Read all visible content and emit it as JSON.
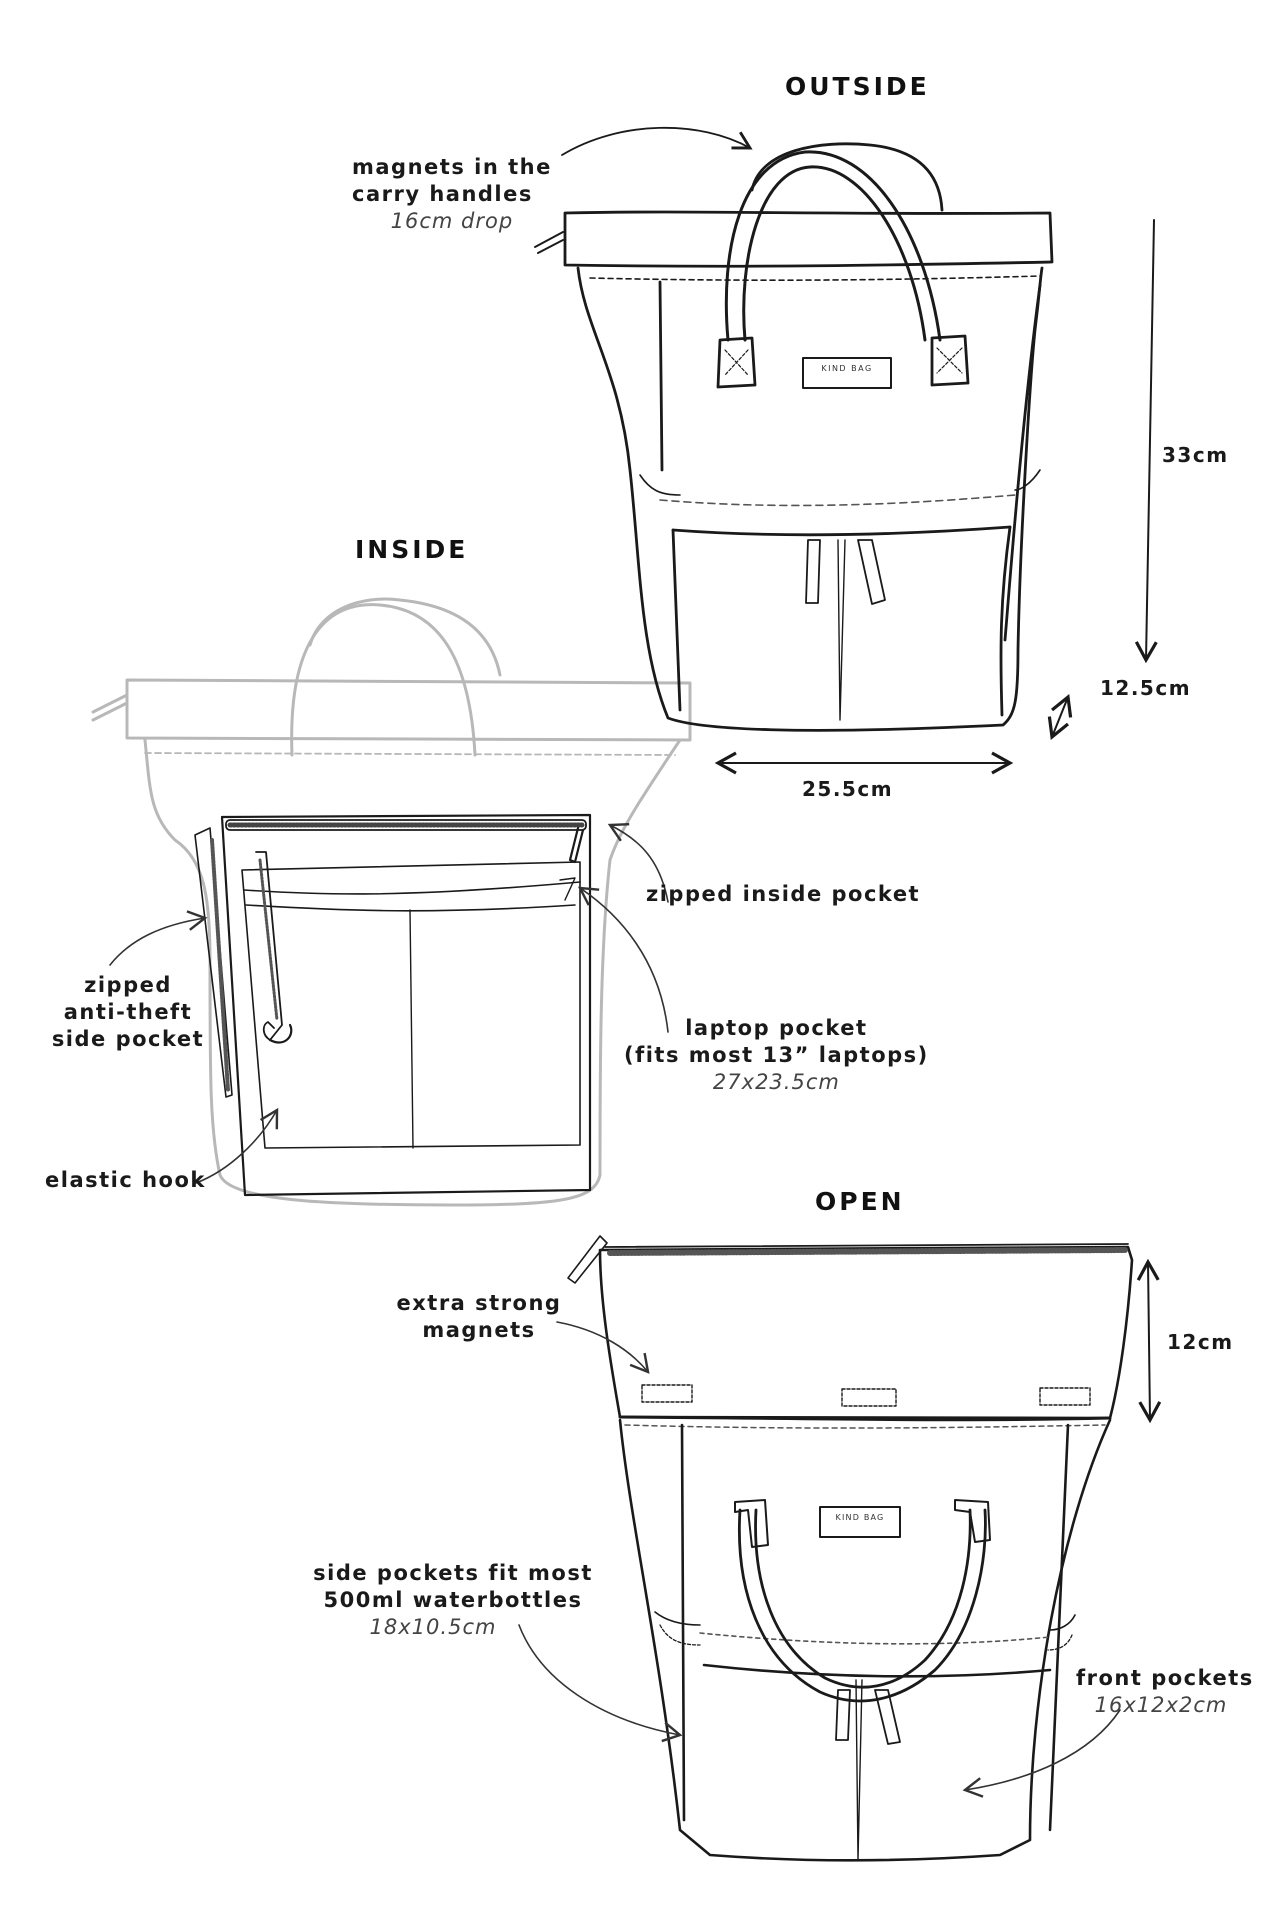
{
  "sections": {
    "outside": {
      "title": "OUTSIDE",
      "handles_label": {
        "line1": "magnets in the",
        "line2": "carry handles",
        "detail": "16cm drop"
      },
      "brand_patch": "KIND BAG",
      "dimensions": {
        "height": "33cm",
        "depth": "12.5cm",
        "width": "25.5cm"
      }
    },
    "inside": {
      "title": "INSIDE",
      "labels": {
        "zipped_inside_pocket": "zipped inside pocket",
        "laptop_pocket": {
          "line1": "laptop pocket",
          "line2": "(fits most 13” laptops)",
          "detail": "27x23.5cm"
        },
        "anti_theft": {
          "line1": "zipped",
          "line2": "anti-theft",
          "line3": "side pocket"
        },
        "elastic_hook": "elastic hook"
      }
    },
    "open": {
      "title": "OPEN",
      "brand_patch": "KIND BAG",
      "labels": {
        "magnets": {
          "line1": "extra strong",
          "line2": "magnets"
        },
        "side_pockets": {
          "line1": "side pockets fit most",
          "line2": "500ml waterbottles",
          "detail": "18x10.5cm"
        },
        "front_pockets": {
          "line1": "front pockets",
          "detail": "16x12x2cm"
        }
      },
      "dimensions": {
        "top_height": "12cm"
      }
    }
  },
  "colors": {
    "ink": "#1a1a1a",
    "faded_ink": "#b0b0b0",
    "background": "#ffffff"
  }
}
